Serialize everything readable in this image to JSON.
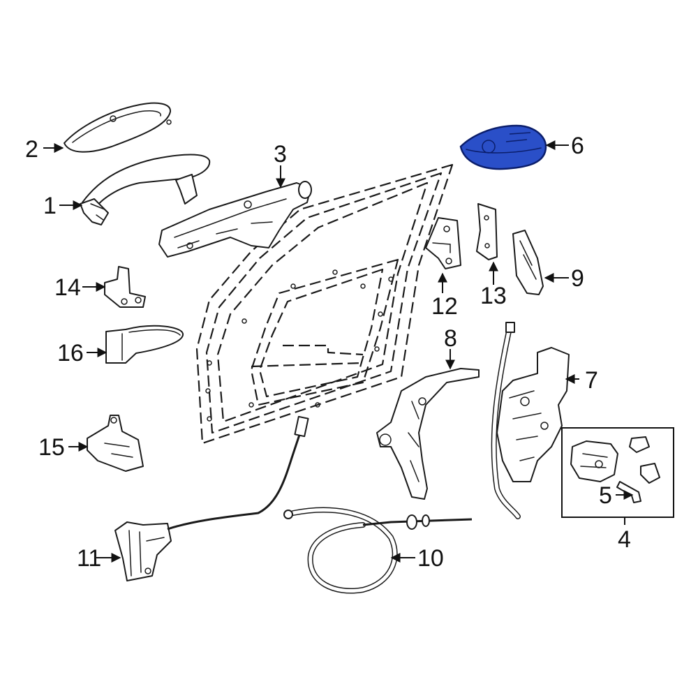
{
  "diagram": {
    "highlight_color": "#2a4fc8",
    "callouts": {
      "c1": "1",
      "c2": "2",
      "c3": "3",
      "c4": "4",
      "c5": "5",
      "c6": "6",
      "c7": "7",
      "c8": "8",
      "c9": "9",
      "c10": "10",
      "c11": "11",
      "c12": "12",
      "c13": "13",
      "c14": "14",
      "c15": "15",
      "c16": "16"
    }
  }
}
